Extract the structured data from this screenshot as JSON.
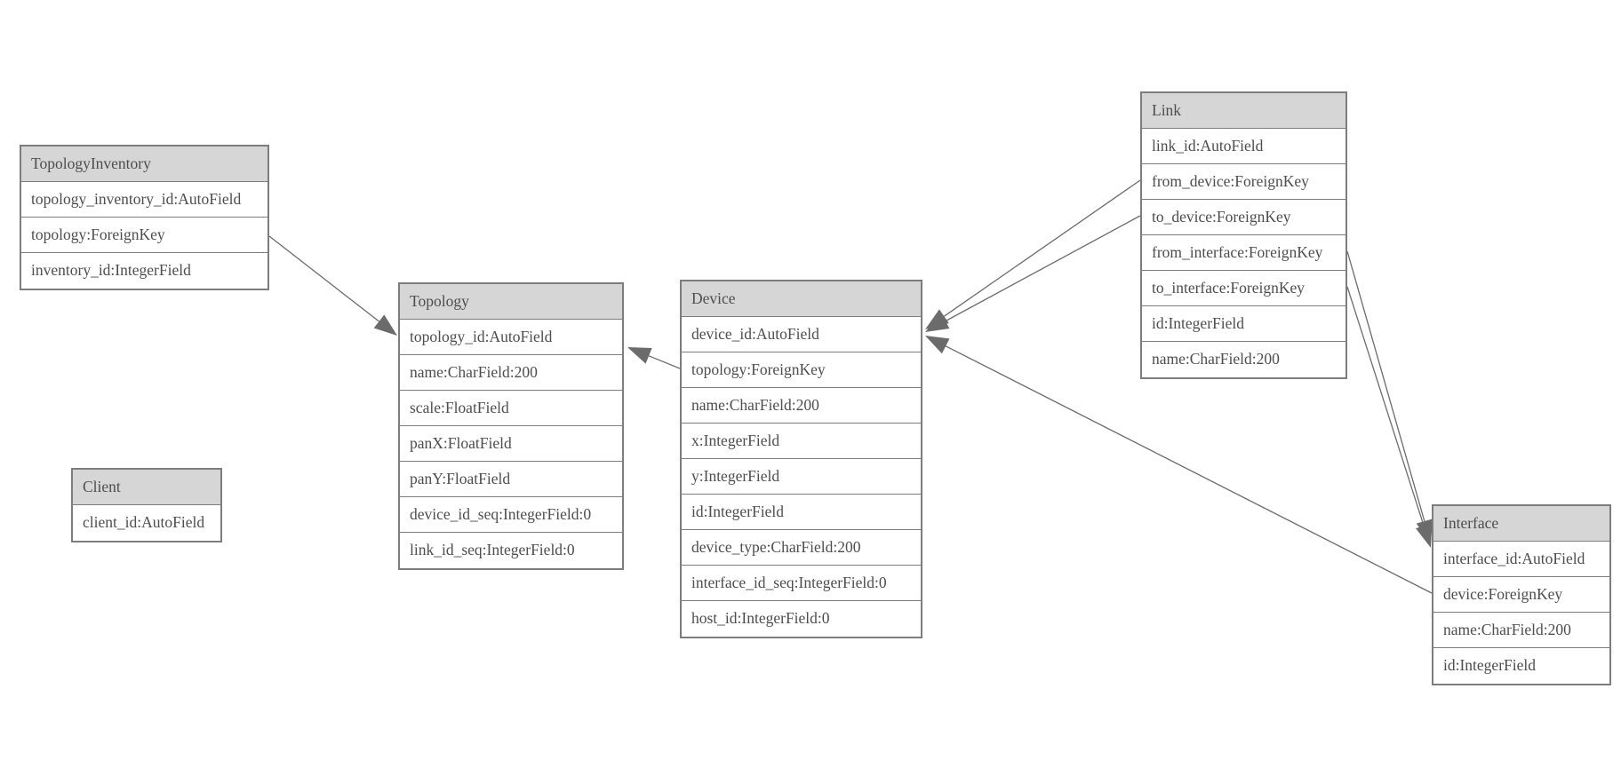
{
  "diagram": {
    "type": "entity-relationship-model-diagram",
    "colors": {
      "header_bg": "#d6d6d6",
      "row_bg": "#ffffff",
      "border": "#7d7d7d",
      "text": "#4d4d4d",
      "edge": "#6b6b6b",
      "background": "#ffffff"
    },
    "tables": [
      {
        "id": "tinv",
        "name": "TopologyInventory",
        "fields": [
          "topology_inventory_id:AutoField",
          "topology:ForeignKey",
          "inventory_id:IntegerField"
        ]
      },
      {
        "id": "topology",
        "name": "Topology",
        "fields": [
          "topology_id:AutoField",
          "name:CharField:200",
          "scale:FloatField",
          "panX:FloatField",
          "panY:FloatField",
          "device_id_seq:IntegerField:0",
          "link_id_seq:IntegerField:0"
        ]
      },
      {
        "id": "client",
        "name": "Client",
        "fields": [
          "client_id:AutoField"
        ]
      },
      {
        "id": "device",
        "name": "Device",
        "fields": [
          "device_id:AutoField",
          "topology:ForeignKey",
          "name:CharField:200",
          "x:IntegerField",
          "y:IntegerField",
          "id:IntegerField",
          "device_type:CharField:200",
          "interface_id_seq:IntegerField:0",
          "host_id:IntegerField:0"
        ]
      },
      {
        "id": "link",
        "name": "Link",
        "fields": [
          "link_id:AutoField",
          "from_device:ForeignKey",
          "to_device:ForeignKey",
          "from_interface:ForeignKey",
          "to_interface:ForeignKey",
          "id:IntegerField",
          "name:CharField:200"
        ]
      },
      {
        "id": "interface",
        "name": "Interface",
        "fields": [
          "interface_id:AutoField",
          "device:ForeignKey",
          "name:CharField:200",
          "id:IntegerField"
        ]
      }
    ],
    "edges": [
      {
        "id": "tinv_topology",
        "from": "TopologyInventory.topology",
        "to": "Topology"
      },
      {
        "id": "device_topology",
        "from": "Device.topology",
        "to": "Topology"
      },
      {
        "id": "link_from_device",
        "from": "Link.from_device",
        "to": "Device"
      },
      {
        "id": "link_to_device",
        "from": "Link.to_device",
        "to": "Device"
      },
      {
        "id": "interface_device",
        "from": "Interface.device",
        "to": "Device"
      },
      {
        "id": "link_from_interface",
        "from": "Link.from_interface",
        "to": "Interface"
      },
      {
        "id": "link_to_interface",
        "from": "Link.to_interface",
        "to": "Interface"
      }
    ]
  }
}
